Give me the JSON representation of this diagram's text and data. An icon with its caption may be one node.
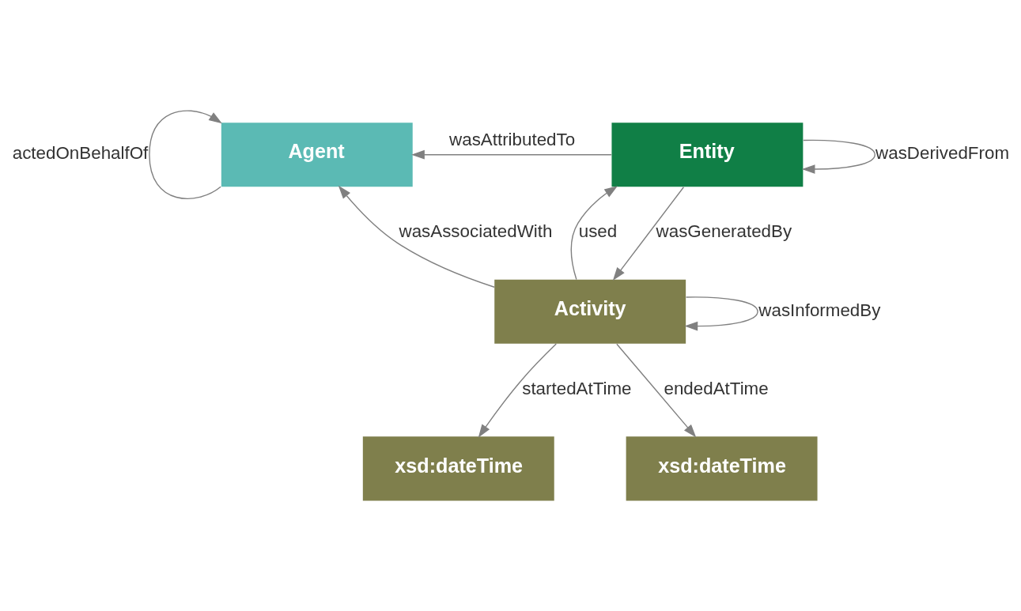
{
  "diagram": {
    "nodes": [
      {
        "text": [
          "Entity"
        ]
      },
      {
        "text": [
          "Agent"
        ]
      },
      {
        "text": [
          "Activity"
        ]
      },
      {
        "text": [
          "xsd:dateTime"
        ]
      },
      {
        "text": [
          "xsd:dateTime"
        ]
      }
    ],
    "edges": [
      {
        "from": 0,
        "to": 0,
        "arrow": "to",
        "label": "wasDerivedFrom"
      },
      {
        "from": 0,
        "to": 1,
        "arrow": "to",
        "label": "wasAttributedTo"
      },
      {
        "from": 1,
        "to": 1,
        "arrow": "to",
        "label": "actedOnBehalfOf"
      },
      {
        "from": 2,
        "to": 0,
        "arrow": "to",
        "label": "used"
      },
      {
        "from": 0,
        "to": 2,
        "arrow": "to",
        "label": "wasGeneratedBy"
      },
      {
        "from": 2,
        "to": 1,
        "arrow": "to",
        "label": "wasAssociatedWith"
      },
      {
        "from": 2,
        "to": 3,
        "arrow": "to",
        "label": "startedAtTime"
      },
      {
        "from": 2,
        "to": 2,
        "arrow": "to",
        "label": "wasInformedBy"
      },
      {
        "from": 2,
        "to": 4,
        "arrow": "to",
        "label": "endedAtTime"
      }
    ]
  }
}
